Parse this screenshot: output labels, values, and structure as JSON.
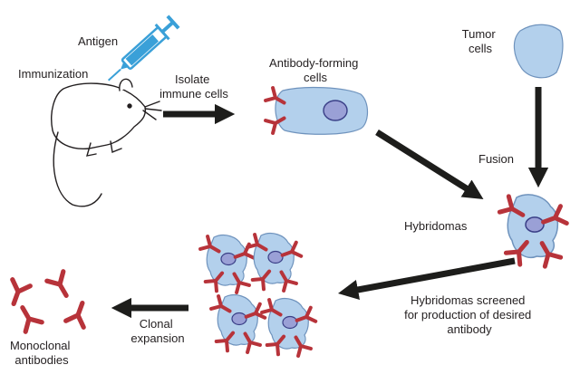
{
  "labels": {
    "antigen": "Antigen",
    "immunization": "Immunization",
    "isolate": [
      "Isolate",
      "immune cells"
    ],
    "antibody_forming": [
      "Antibody-forming",
      "cells"
    ],
    "tumor": [
      "Tumor",
      "cells"
    ],
    "fusion": "Fusion",
    "hybridomas": "Hybridomas",
    "screened": [
      "Hybridomas screened",
      "for production of desired",
      "antibody"
    ],
    "clonal": [
      "Clonal",
      "expansion"
    ],
    "monoclonal": [
      "Monoclonal",
      "antibodies"
    ]
  },
  "colors": {
    "cell_fill": "#b3d0ec",
    "cell_stroke": "#6f93bd",
    "nucleus_fill": "#9aa0d6",
    "nucleus_stroke": "#3a3f87",
    "antibody": "#b7333a",
    "arrow": "#1d1d1b",
    "syringe": "#3aa0d8",
    "mouse_stroke": "#231f20"
  },
  "icons": [
    "syringe-icon",
    "mouse-icon",
    "cell-icon",
    "hybridoma-icon",
    "antibody-icon",
    "arrow-icon"
  ]
}
